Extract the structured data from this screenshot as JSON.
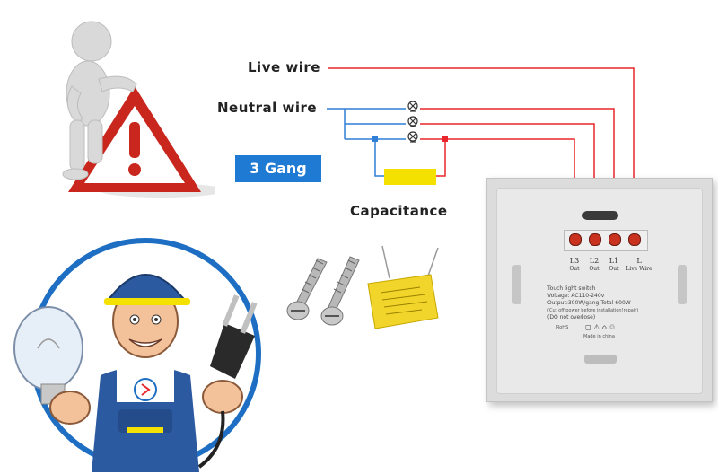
{
  "labels": {
    "live_wire": "Live wire",
    "neutral_wire": "Neutral wire",
    "gang_badge": "3 Gang",
    "capacitance": "Capacitance"
  },
  "terminals": [
    {
      "name": "L3",
      "sub": "Out"
    },
    {
      "name": "L2",
      "sub": "Out"
    },
    {
      "name": "L1",
      "sub": "Out"
    },
    {
      "name": "L",
      "sub": "Live Wire"
    }
  ],
  "switch_label": {
    "line1": "Touch light switch",
    "line2": "Voltage: AC110-240v",
    "line3": "Output:300W/gang;Total 600W",
    "line4": "(Cut off power before installation!repair)",
    "line5": "(DO not overlose)",
    "rohs": "RoHS",
    "made_in": "Made in china"
  },
  "colors": {
    "live": "#e8262b",
    "neutral": "#2f7fd6",
    "capacitor": "#f5e100",
    "badge": "#1e7ad2"
  }
}
